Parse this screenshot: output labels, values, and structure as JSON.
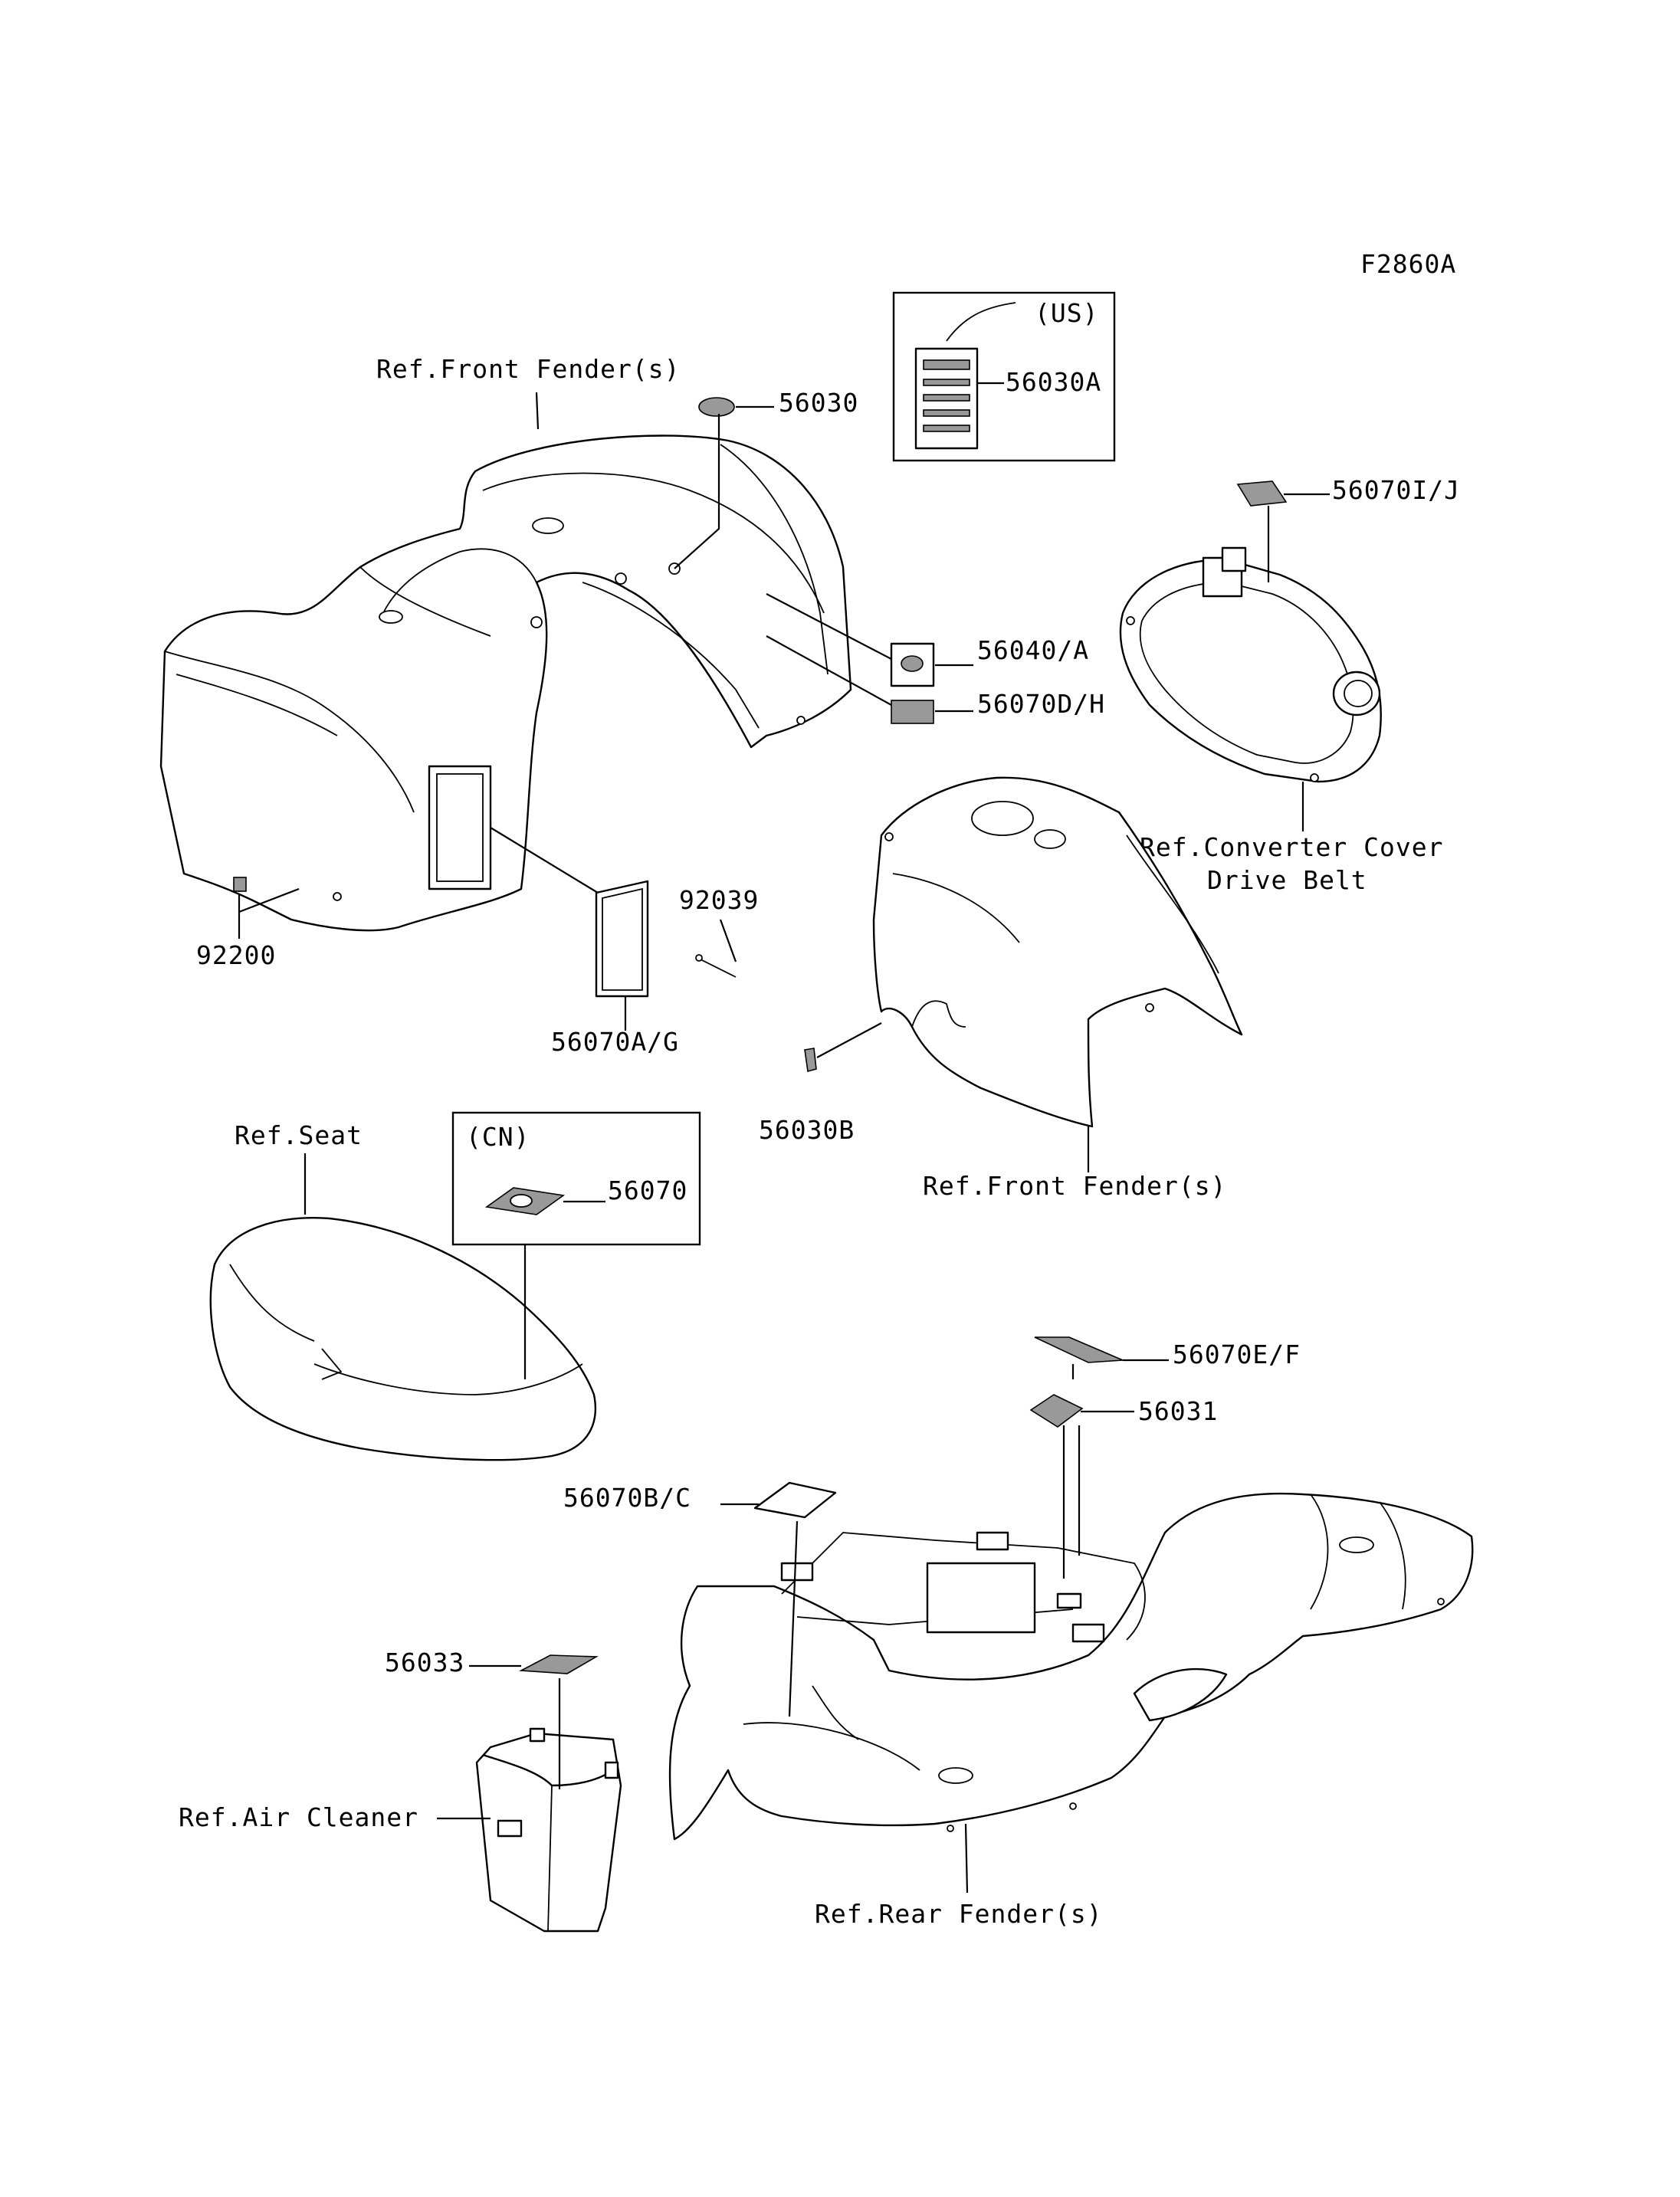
{
  "diagram": {
    "code": "F2860A",
    "labels": {
      "front_fender_ref_1": "Ref.Front Fender(s)",
      "p56030": "56030",
      "us_box_title": "(US)",
      "p56030a": "56030A",
      "p56070ij": "56070I/J",
      "p56040a": "56040/A",
      "p56070dh": "56070D/H",
      "converter_cover_ref": "Ref.Converter Cover",
      "drive_belt_ref": "Drive Belt",
      "p92039": "92039",
      "p92200": "92200",
      "p56070ag": "56070A/G",
      "p56030b": "56030B",
      "front_fender_ref_2": "Ref.Front Fender(s)",
      "seat_ref": "Ref.Seat",
      "cn_box_title": "(CN)",
      "p56070": "56070",
      "p56070ef": "56070E/F",
      "p56031": "56031",
      "p56070bc": "56070B/C",
      "p56033": "56033",
      "air_cleaner_ref": "Ref.Air Cleaner",
      "rear_fender_ref": "Ref.Rear Fender(s)"
    }
  }
}
